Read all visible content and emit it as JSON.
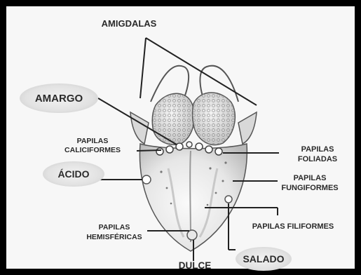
{
  "labels": {
    "amigdalas": "AMIGDALAS",
    "amargo": "AMARGO",
    "papilas_caliciformes_1": "PAPILAS",
    "papilas_caliciformes_2": "CALICIFORMES",
    "papilas_foliadas_1": "PAPILAS",
    "papilas_foliadas_2": "FOLIADAS",
    "acido": "ÁCIDO",
    "papilas_fungiformes_1": "PAPILAS",
    "papilas_fungiformes_2": "FUNGIFORMES",
    "papilas_filiformes": "PAPILAS FILIFORMES",
    "papilas_hemisfericas_1": "PAPILAS",
    "papilas_hemisfericas_2": "HEMISFÉRICAS",
    "dulce": "DULCE",
    "salado": "SALADO"
  }
}
